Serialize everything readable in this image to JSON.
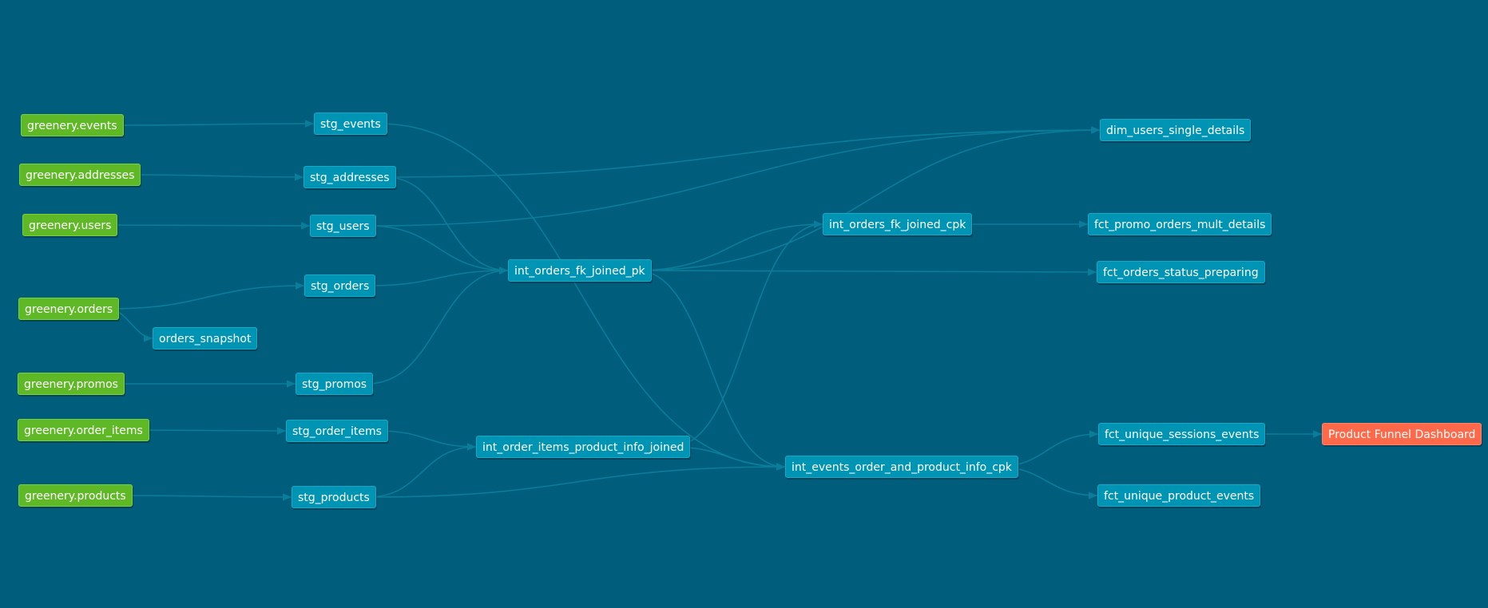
{
  "colors": {
    "background": "#005d7b",
    "source": "#5fb825",
    "model": "#0094b4",
    "exposure": "#ff694a",
    "edge": "#0a7d9a"
  },
  "nodes": [
    {
      "id": "src_events",
      "label": "greenery.events",
      "type": "source"
    },
    {
      "id": "src_addresses",
      "label": "greenery.addresses",
      "type": "source"
    },
    {
      "id": "src_users",
      "label": "greenery.users",
      "type": "source"
    },
    {
      "id": "src_orders",
      "label": "greenery.orders",
      "type": "source"
    },
    {
      "id": "src_promos",
      "label": "greenery.promos",
      "type": "source"
    },
    {
      "id": "src_order_items",
      "label": "greenery.order_items",
      "type": "source"
    },
    {
      "id": "src_products",
      "label": "greenery.products",
      "type": "source"
    },
    {
      "id": "stg_events",
      "label": "stg_events",
      "type": "model"
    },
    {
      "id": "stg_addresses",
      "label": "stg_addresses",
      "type": "model"
    },
    {
      "id": "stg_users",
      "label": "stg_users",
      "type": "model"
    },
    {
      "id": "stg_orders",
      "label": "stg_orders",
      "type": "model"
    },
    {
      "id": "orders_snapshot",
      "label": "orders_snapshot",
      "type": "model"
    },
    {
      "id": "stg_promos",
      "label": "stg_promos",
      "type": "model"
    },
    {
      "id": "stg_order_items",
      "label": "stg_order_items",
      "type": "model"
    },
    {
      "id": "stg_products",
      "label": "stg_products",
      "type": "model"
    },
    {
      "id": "int_orders_fk_joined_pk",
      "label": "int_orders_fk_joined_pk",
      "type": "model"
    },
    {
      "id": "int_order_items_product_info_joined",
      "label": "int_order_items_product_info_joined",
      "type": "model"
    },
    {
      "id": "int_orders_fk_joined_cpk",
      "label": "int_orders_fk_joined_cpk",
      "type": "model"
    },
    {
      "id": "int_events_order_and_product_info_cpk",
      "label": "int_events_order_and_product_info_cpk",
      "type": "model"
    },
    {
      "id": "dim_users_single_details",
      "label": "dim_users_single_details",
      "type": "model"
    },
    {
      "id": "fct_promo_orders_mult_details",
      "label": "fct_promo_orders_mult_details",
      "type": "model"
    },
    {
      "id": "fct_orders_status_preparing",
      "label": "fct_orders_status_preparing",
      "type": "model"
    },
    {
      "id": "fct_unique_sessions_events",
      "label": "fct_unique_sessions_events",
      "type": "model"
    },
    {
      "id": "fct_unique_product_events",
      "label": "fct_unique_product_events",
      "type": "model"
    },
    {
      "id": "product_funnel_dashboard",
      "label": "Product Funnel Dashboard",
      "type": "exposure"
    }
  ],
  "edges": [
    [
      "src_events",
      "stg_events"
    ],
    [
      "src_addresses",
      "stg_addresses"
    ],
    [
      "src_users",
      "stg_users"
    ],
    [
      "src_orders",
      "stg_orders"
    ],
    [
      "src_orders",
      "orders_snapshot"
    ],
    [
      "src_promos",
      "stg_promos"
    ],
    [
      "src_order_items",
      "stg_order_items"
    ],
    [
      "src_products",
      "stg_products"
    ],
    [
      "stg_addresses",
      "int_orders_fk_joined_pk"
    ],
    [
      "stg_users",
      "int_orders_fk_joined_pk"
    ],
    [
      "stg_orders",
      "int_orders_fk_joined_pk"
    ],
    [
      "stg_promos",
      "int_orders_fk_joined_pk"
    ],
    [
      "stg_addresses",
      "dim_users_single_details"
    ],
    [
      "stg_users",
      "dim_users_single_details"
    ],
    [
      "int_orders_fk_joined_pk",
      "dim_users_single_details"
    ],
    [
      "int_orders_fk_joined_pk",
      "int_orders_fk_joined_cpk"
    ],
    [
      "int_orders_fk_joined_pk",
      "fct_orders_status_preparing"
    ],
    [
      "stg_order_items",
      "int_order_items_product_info_joined"
    ],
    [
      "stg_products",
      "int_order_items_product_info_joined"
    ],
    [
      "int_order_items_product_info_joined",
      "int_orders_fk_joined_cpk"
    ],
    [
      "int_orders_fk_joined_cpk",
      "fct_promo_orders_mult_details"
    ],
    [
      "stg_events",
      "int_events_order_and_product_info_cpk"
    ],
    [
      "int_orders_fk_joined_pk",
      "int_events_order_and_product_info_cpk"
    ],
    [
      "int_order_items_product_info_joined",
      "int_events_order_and_product_info_cpk"
    ],
    [
      "stg_products",
      "int_events_order_and_product_info_cpk"
    ],
    [
      "int_events_order_and_product_info_cpk",
      "fct_unique_sessions_events"
    ],
    [
      "int_events_order_and_product_info_cpk",
      "fct_unique_product_events"
    ],
    [
      "fct_unique_sessions_events",
      "product_funnel_dashboard"
    ]
  ]
}
